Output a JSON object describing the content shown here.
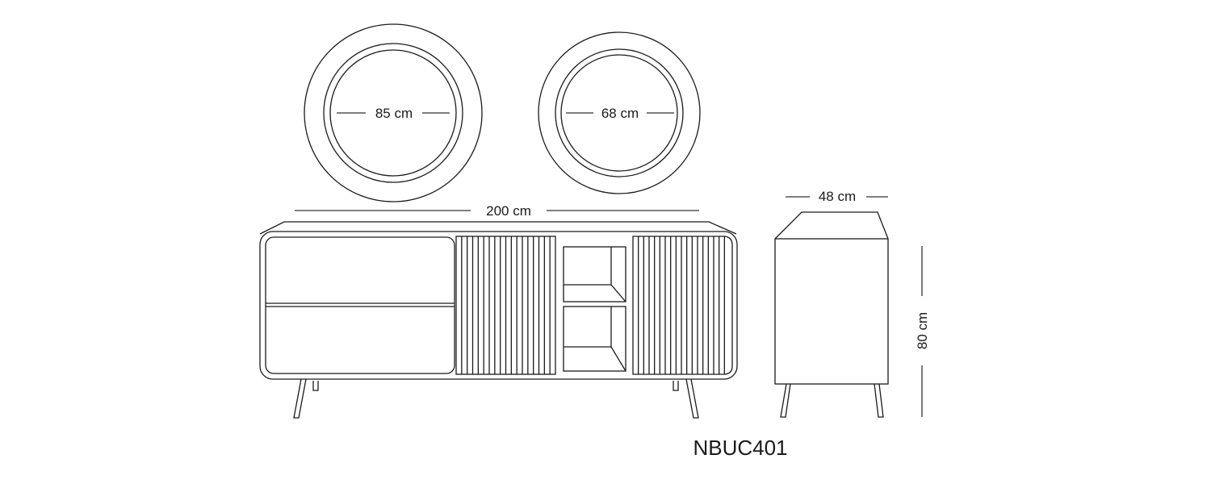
{
  "mirror_large": {
    "diameter_label": "85 cm"
  },
  "mirror_small": {
    "diameter_label": "68 cm"
  },
  "sideboard_front": {
    "width_label": "200 cm",
    "slat_count": 17
  },
  "sideboard_side": {
    "depth_label": "48 cm",
    "height_label": "80 cm"
  },
  "product_code": "NBUC401",
  "colors": {
    "line": "#1a1a1a",
    "background": "#ffffff"
  }
}
